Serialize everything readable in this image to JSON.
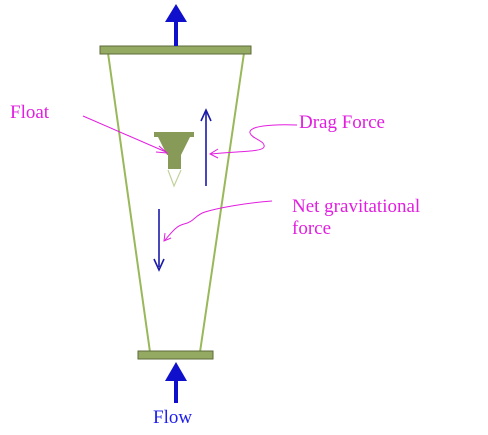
{
  "labels": {
    "float": "Float",
    "drag_force": "Drag Force",
    "net_gravitational_line1": "Net gravitational",
    "net_gravitational_line2": "force",
    "flow": "Flow"
  },
  "colors": {
    "label_magenta": "#e21ee0",
    "flow_label_blue": "#2020ee",
    "tube_green": "#99b85a",
    "plate_fill": "#94aa62",
    "plate_stroke": "#5c6b3a",
    "float_fill": "#879a58",
    "arrow_blue": "#1010cc",
    "force_arrow_blue": "#1a1aa8"
  },
  "icons": {
    "top_arrow": "arrow-up-icon",
    "bottom_arrow": "arrow-up-icon",
    "drag_arrow": "arrow-up-icon",
    "gravity_arrow": "arrow-down-icon"
  }
}
